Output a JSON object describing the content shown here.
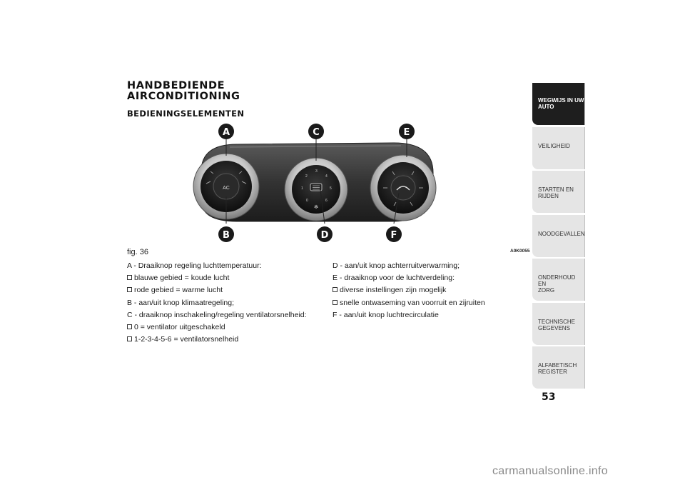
{
  "heading": {
    "title_line1": "HANDBEDIENDE",
    "title_line2": "AIRCONDITIONING",
    "subtitle": "BEDIENINGSELEMENTEN"
  },
  "figure": {
    "label": "fig. 36",
    "code": "A0K0055",
    "callouts": {
      "a": "A",
      "b": "B",
      "c": "C",
      "d": "D",
      "e": "E",
      "f": "F"
    },
    "ac_button": "AC",
    "fan_scale": [
      "0",
      "1",
      "2",
      "3",
      "4",
      "5",
      "6"
    ]
  },
  "descriptions": {
    "left": [
      {
        "text": "A - Draaiknop regeling luchttemperatuur:",
        "bullet": false
      },
      {
        "text": "blauwe gebied = koude lucht",
        "bullet": true
      },
      {
        "text": "rode gebied = warme lucht",
        "bullet": true
      },
      {
        "text": "B - aan/uit knop klimaatregeling;",
        "bullet": false
      },
      {
        "text": "C - draaiknop inschakeling/regeling ventilatorsnelheid:",
        "bullet": false
      },
      {
        "text": "0 = ventilator uitgeschakeld",
        "bullet": true
      },
      {
        "text": "1-2-3-4-5-6 = ventilatorsnelheid",
        "bullet": true
      }
    ],
    "right": [
      {
        "text": "D - aan/uit knop achterruitverwarming;",
        "bullet": false
      },
      {
        "text": "E - draaiknop voor de luchtverdeling:",
        "bullet": false
      },
      {
        "text": "diverse instellingen zijn mogelijk",
        "bullet": true
      },
      {
        "text": "snelle ontwaseming van voorruit en zijruiten",
        "bullet": true
      },
      {
        "text": "F - aan/uit knop luchtrecirculatie",
        "bullet": false
      }
    ]
  },
  "tabs": [
    {
      "line1": "WEGWIJS IN UW",
      "line2": "AUTO",
      "active": true
    },
    {
      "line1": "VEILIGHEID",
      "line2": "",
      "active": false
    },
    {
      "line1": "STARTEN EN RIJDEN",
      "line2": "",
      "active": false
    },
    {
      "line1": "NOODGEVALLEN",
      "line2": "",
      "active": false
    },
    {
      "line1": "ONDERHOUD EN",
      "line2": "ZORG",
      "active": false
    },
    {
      "line1": "TECHNISCHE",
      "line2": "GEGEVENS",
      "active": false
    },
    {
      "line1": "ALFABETISCH",
      "line2": "REGISTER",
      "active": false
    }
  ],
  "page_number": "53",
  "watermark": "carmanualsonline.info"
}
